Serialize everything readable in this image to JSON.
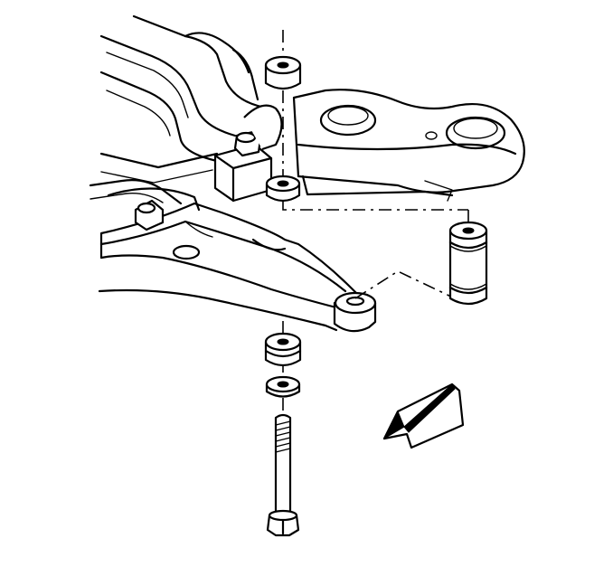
{
  "diagram": {
    "components": [
      {
        "name": "frame-crossmember"
      },
      {
        "name": "lower-control-arm"
      },
      {
        "name": "upper-insulator"
      },
      {
        "name": "lower-insulator"
      },
      {
        "name": "spacer-sleeve"
      },
      {
        "name": "washer"
      },
      {
        "name": "bolt"
      },
      {
        "name": "front-direction-arrow"
      }
    ]
  }
}
